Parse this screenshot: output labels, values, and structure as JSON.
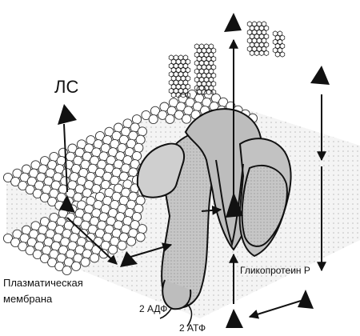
{
  "labels": {
    "drug": "ЛС",
    "membrane": "Плазматическая мембрана",
    "protein": "Гликопротеин Р",
    "adp": "2 АДФ",
    "atp": "2 АТФ"
  },
  "colors": {
    "lipid_head_fill": "#ffffff",
    "lipid_stroke": "#333333",
    "protein_fill": "#c4c4c4",
    "protein_stroke": "#111111",
    "arrow": "#111111",
    "drug_molecule": "#111111"
  }
}
